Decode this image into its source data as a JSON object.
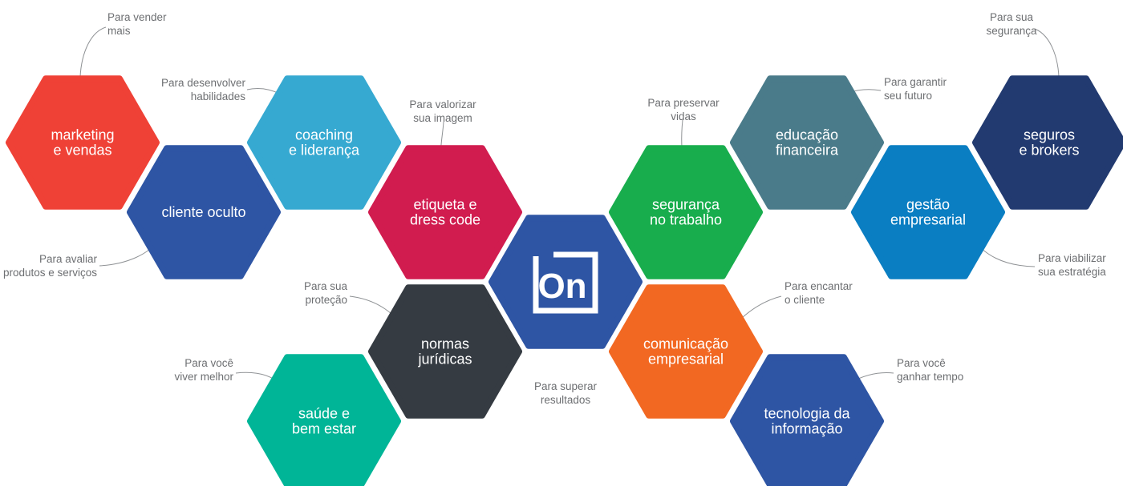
{
  "center": {
    "logo_text": "On",
    "color": "#2e55a4",
    "caption_lines": [
      "Para superar",
      "resultados"
    ]
  },
  "hexagons": [
    {
      "id": "marketing-vendas",
      "lines": [
        "marketing",
        "e vendas"
      ],
      "color": "#ef4136",
      "note": [
        "Para vender",
        "mais"
      ]
    },
    {
      "id": "cliente-oculto",
      "lines": [
        "cliente oculto"
      ],
      "color": "#2e55a4",
      "note": [
        "Para avaliar",
        "produtos e serviços"
      ]
    },
    {
      "id": "coaching-lideranca",
      "lines": [
        "coaching",
        "e liderança"
      ],
      "color": "#36a9d1",
      "note": [
        "Para desenvolver",
        "habilidades"
      ]
    },
    {
      "id": "etiqueta-dress-code",
      "lines": [
        "etiqueta e",
        "dress code"
      ],
      "color": "#d11c4f",
      "note": [
        "Para valorizar",
        "sua imagem"
      ]
    },
    {
      "id": "normas-juridicas",
      "lines": [
        "normas",
        "jurídicas"
      ],
      "color": "#353b42",
      "note": [
        "Para sua",
        "proteção"
      ]
    },
    {
      "id": "saude-bem-estar",
      "lines": [
        "saúde e",
        "bem estar"
      ],
      "color": "#00b597",
      "note": [
        "Para você",
        "viver melhor"
      ]
    },
    {
      "id": "seguranca-trabalho",
      "lines": [
        "segurança",
        "no trabalho"
      ],
      "color": "#18ad4d",
      "note": [
        "Para preservar",
        "vidas"
      ]
    },
    {
      "id": "comunicacao-empresarial",
      "lines": [
        "comunicação",
        "empresarial"
      ],
      "color": "#f26822",
      "note": [
        "Para encantar",
        "o cliente"
      ]
    },
    {
      "id": "educacao-financeira",
      "lines": [
        "educação",
        "financeira"
      ],
      "color": "#4a7b8a",
      "note": [
        "Para garantir",
        "seu futuro"
      ]
    },
    {
      "id": "tecnologia-informacao",
      "lines": [
        "tecnologia da",
        "informação"
      ],
      "color": "#2e55a4",
      "note": [
        "Para você",
        "ganhar tempo"
      ]
    },
    {
      "id": "gestao-empresarial",
      "lines": [
        "gestão",
        "empresarial"
      ],
      "color": "#0a7ec2",
      "note": [
        "Para viabilizar",
        "sua estratégia"
      ]
    },
    {
      "id": "seguros-brokers",
      "lines": [
        "seguros",
        "e brokers"
      ],
      "color": "#223a70",
      "note": [
        "Para sua",
        "segurança"
      ]
    }
  ]
}
